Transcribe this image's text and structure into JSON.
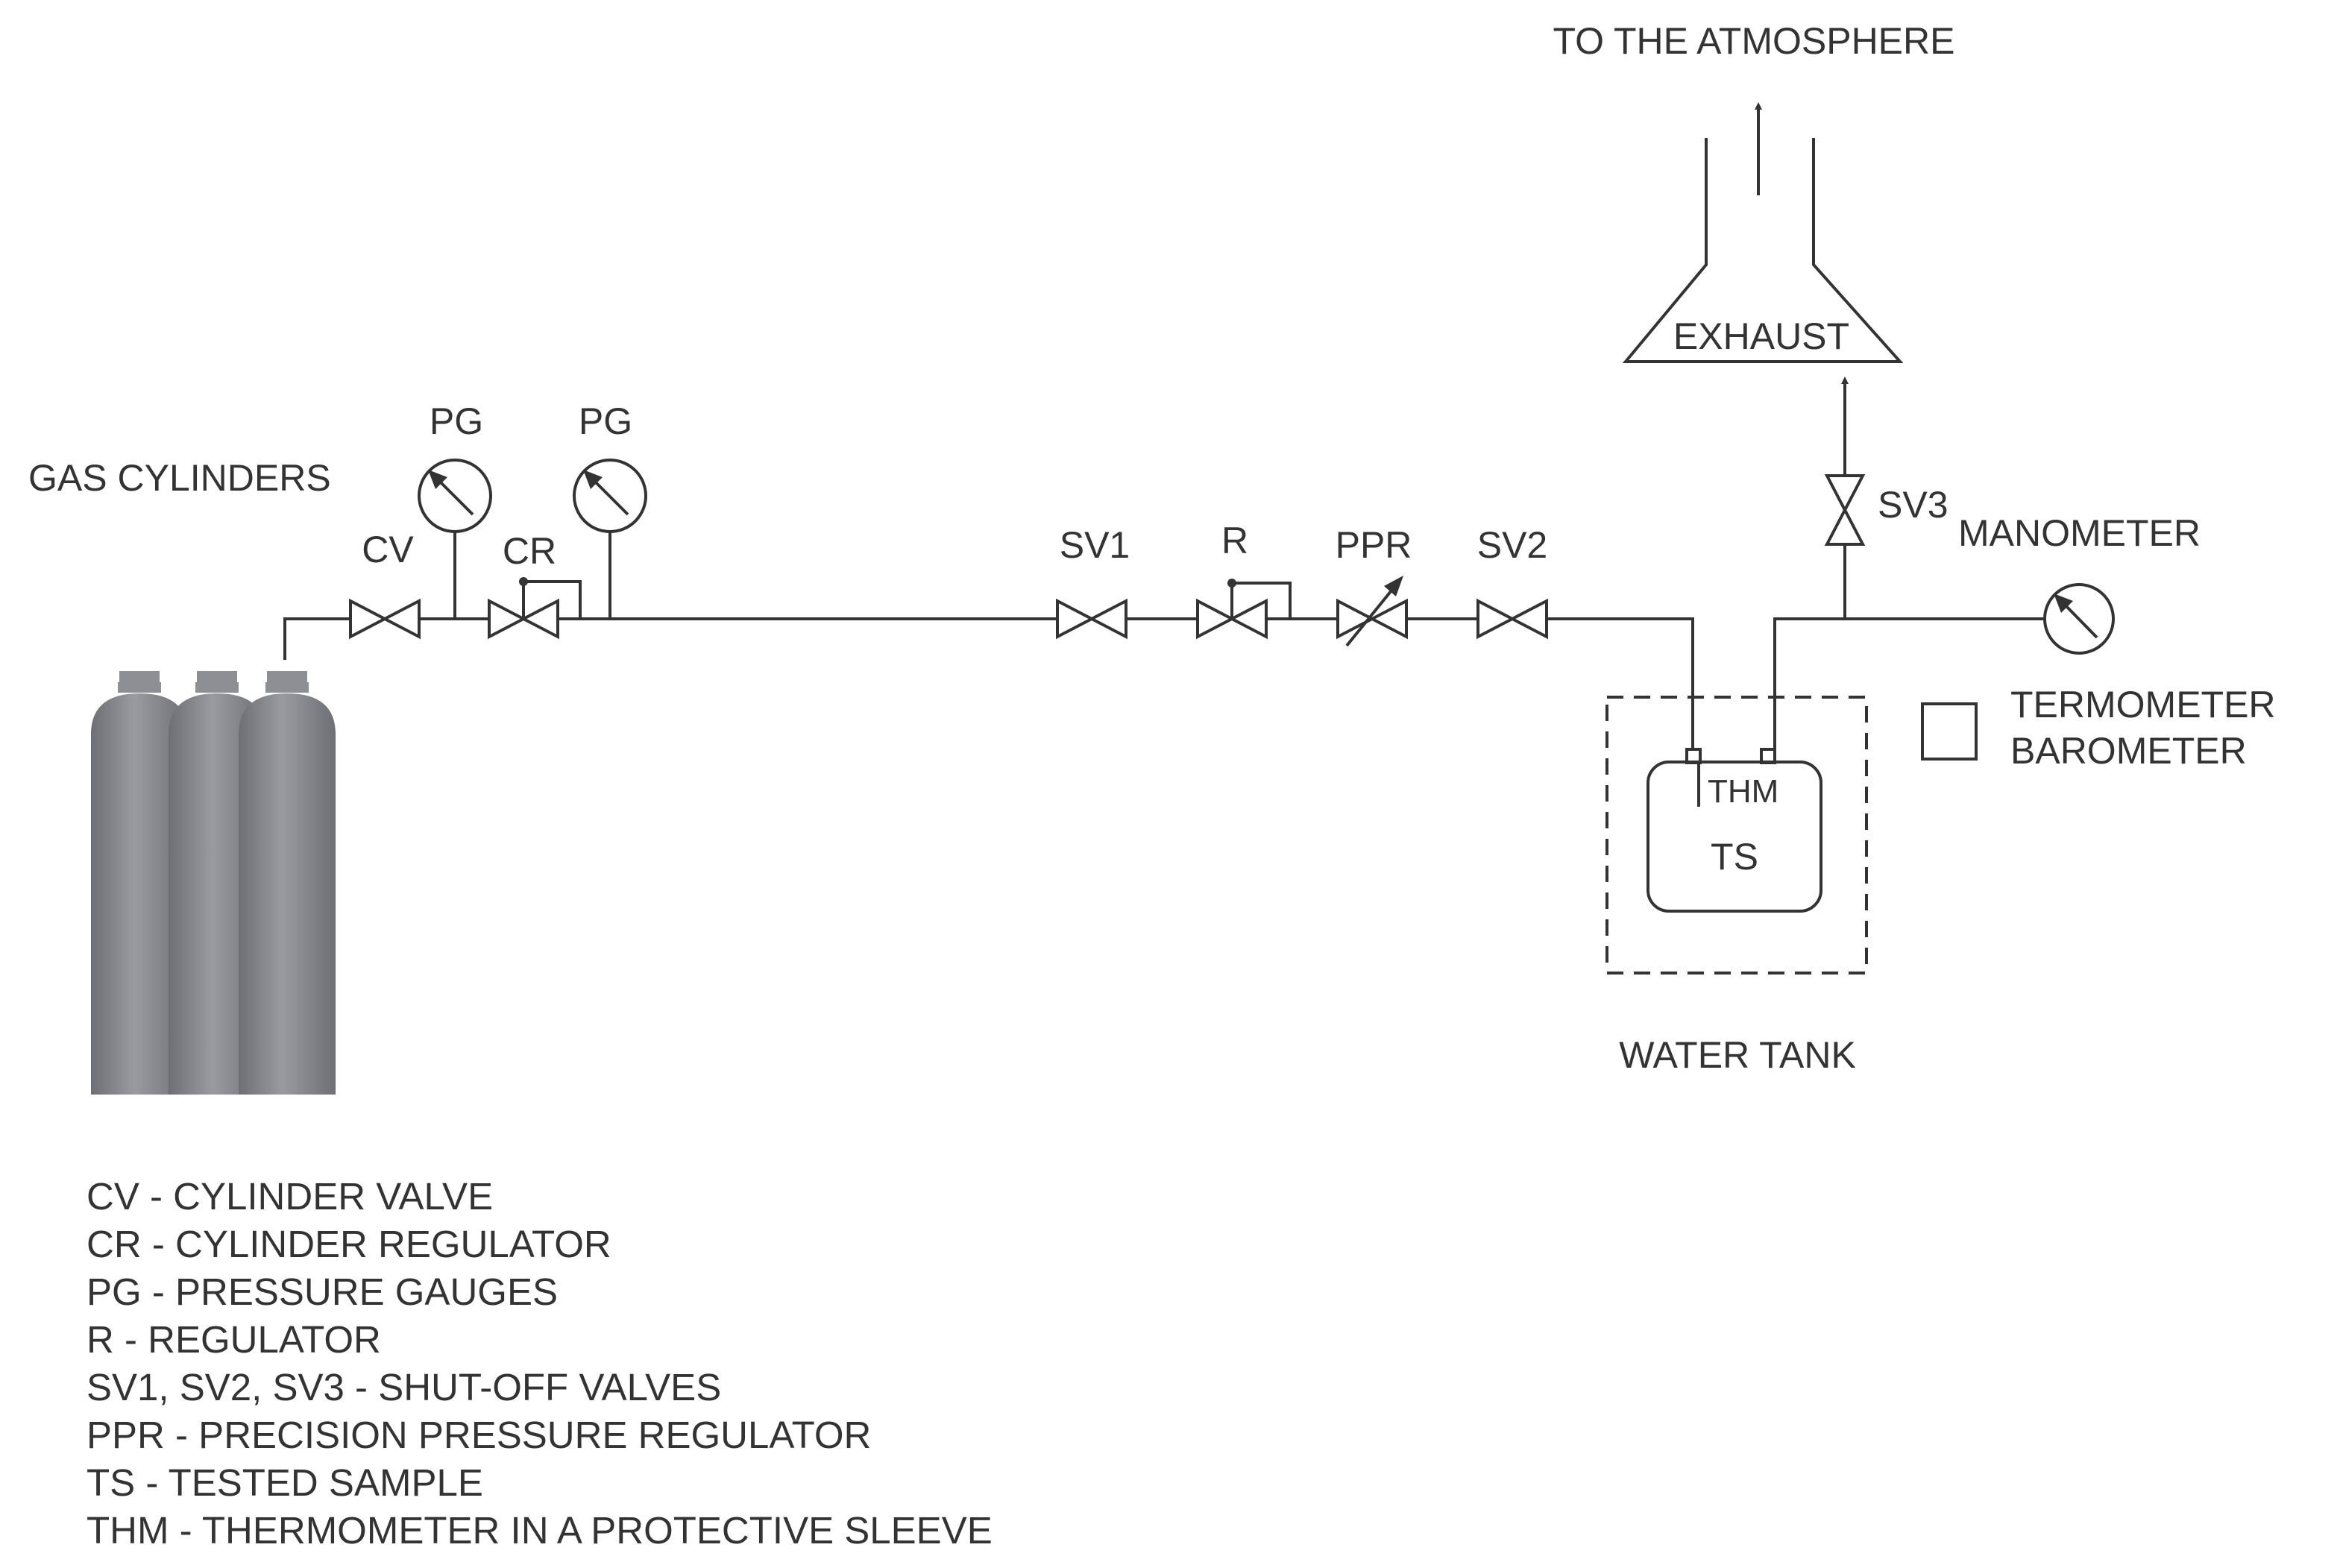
{
  "colors": {
    "line": "#333333",
    "cylinder": "#8e8e95",
    "cylinder_dark": "#6e6e75",
    "cylinder_light": "#a9a9b0",
    "background": "#ffffff"
  },
  "labels": {
    "atmosphere": "TO THE ATMOSPHERE",
    "exhaust": "EXHAUST",
    "gas_cylinders": "GAS CYLINDERS",
    "pg1": "PG",
    "pg2": "PG",
    "cv": "CV",
    "cr": "CR",
    "sv1": "SV1",
    "r": "R",
    "ppr": "PPR",
    "sv2": "SV2",
    "sv3": "SV3",
    "manometer": "MANOMETER",
    "termometer": "TERMOMETER",
    "barometer": "BAROMETER",
    "thm": "THM",
    "ts": "TS",
    "water_tank": "WATER TANK"
  },
  "legend": [
    "CV - CYLINDER VALVE",
    "CR - CYLINDER REGULATOR",
    "PG - PRESSURE GAUGES",
    "R - REGULATOR",
    "SV1, SV2, SV3 - SHUT-OFF VALVES",
    "PPR - PRECISION PRESSURE REGULATOR",
    "TS - TESTED SAMPLE",
    "THM - THERMOMETER IN A PROTECTIVE SLEEVE"
  ]
}
